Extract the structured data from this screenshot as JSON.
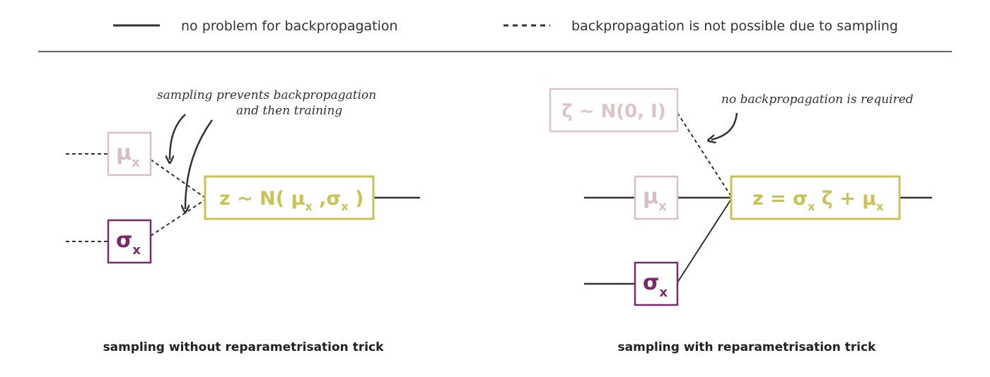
{
  "legend": {
    "solid_label": "no problem for backpropagation",
    "dashed_label": "backpropagation is not possible due to sampling"
  },
  "left_diagram": {
    "mu_box": {
      "symbol": "μ",
      "sub": "x"
    },
    "sigma_box": {
      "symbol": "σ",
      "sub": "x"
    },
    "z_box": {
      "prefix": "z ~ N( ",
      "mu": "μ",
      "mu_sub": "x",
      "sep": " ,",
      "sigma": "σ",
      "sigma_sub": "x",
      "suffix": " )"
    },
    "annotation_line1": "sampling prevents backpropagation",
    "annotation_line2": "and then training",
    "caption": "sampling without reparametrisation trick"
  },
  "right_diagram": {
    "zeta_box": {
      "text": "ζ ~ N(0, I)"
    },
    "mu_box": {
      "symbol": "μ",
      "sub": "x"
    },
    "sigma_box": {
      "symbol": "σ",
      "sub": "x"
    },
    "z_box": {
      "prefix": "z = ",
      "sigma": "σ",
      "sigma_sub": "x",
      "zeta": " ζ + ",
      "mu": "μ",
      "mu_sub": "x"
    },
    "annotation": "no backpropagation is required",
    "caption": "sampling with  reparametrisation trick"
  },
  "colors": {
    "mu": "#d9bfc5",
    "sigma": "#7a2a6a",
    "z": "#c9c256",
    "zeta": "#dcc4c8",
    "line": "#333333"
  }
}
